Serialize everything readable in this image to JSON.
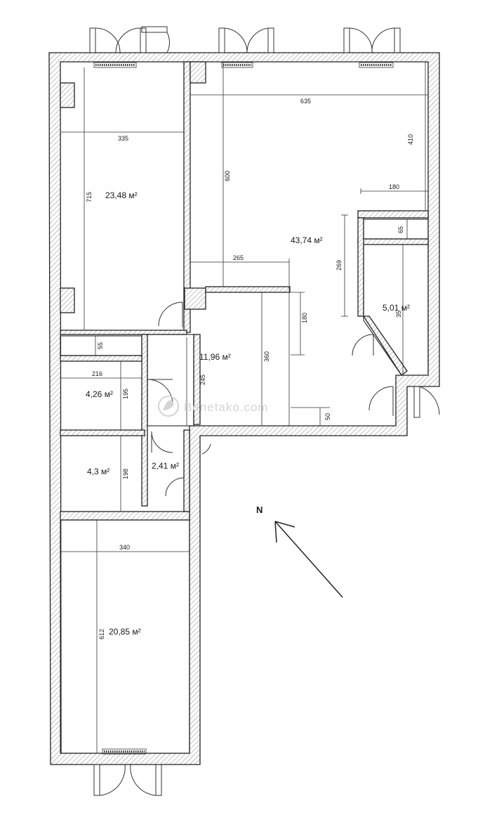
{
  "rooms": [
    {
      "id": "bedroom-top",
      "area": "23,48 м²"
    },
    {
      "id": "living",
      "area": "43,74 м²"
    },
    {
      "id": "storage-right",
      "area": "5,01 м²"
    },
    {
      "id": "hall",
      "area": "11,96 м²"
    },
    {
      "id": "bath-top",
      "area": "4,26 м²"
    },
    {
      "id": "bath-bottom",
      "area": "4,3 м²"
    },
    {
      "id": "wc",
      "area": "2,41 м²"
    },
    {
      "id": "bedroom-bottom",
      "area": "20,85 м²"
    }
  ],
  "dimensions": {
    "d335": "335",
    "d715": "715",
    "d635": "635",
    "d410": "410",
    "d600": "600",
    "d180a": "180",
    "d265": "265",
    "d269": "269",
    "d65": "65",
    "d35": "35",
    "d180b": "180",
    "d360": "360",
    "d245": "245",
    "d50": "50",
    "d55": "55",
    "d216": "216",
    "d195": "195",
    "d198": "198",
    "d340": "340",
    "d612": "612"
  },
  "north_label": "N",
  "watermark": "Benetako.com"
}
